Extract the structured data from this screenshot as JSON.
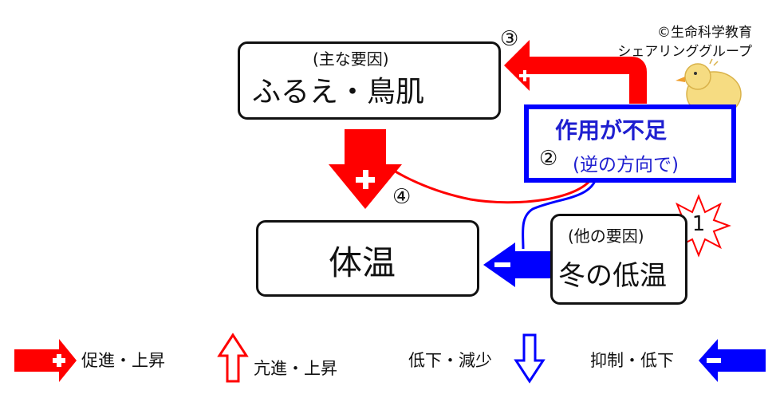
{
  "copyright": {
    "line1": "©生命科学教育",
    "line2": "シェアリンググループ"
  },
  "shiver_box": {
    "sub": "(主な要因)",
    "main": "ふるえ・鳥肌",
    "step": "③"
  },
  "deficit_box": {
    "title": "作用が不足",
    "step": "②",
    "sub": "(逆の方向で)"
  },
  "cold_box": {
    "sub": "(他の要因)",
    "main": "冬の低温",
    "step": "1"
  },
  "body_temp_box": {
    "main": "体温",
    "step": "④"
  },
  "legend": {
    "promote": "促進・上昇",
    "hyper": "亢進・上昇",
    "decrease": "低下・減少",
    "suppress": "抑制・低下"
  },
  "colors": {
    "red": "#ff0000",
    "blue": "#0000ff",
    "deficit_text": "#1f1fd0"
  },
  "icons": [
    "plus-icon",
    "minus-icon",
    "up-outline-arrow-icon",
    "down-outline-arrow-icon",
    "star-burst-icon",
    "chick-illustration"
  ]
}
